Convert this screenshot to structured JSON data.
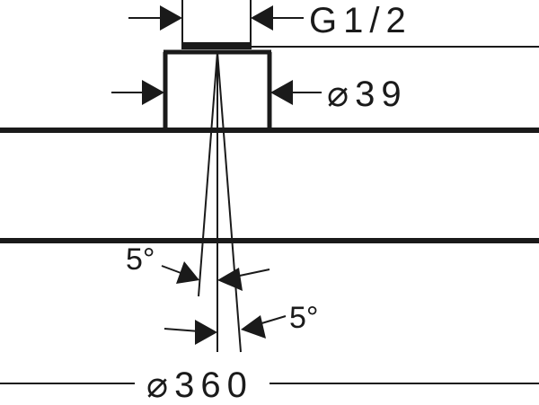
{
  "dimensions": {
    "thread": "G1/2",
    "connector_diameter": "⌀39",
    "head_diameter": "⌀360",
    "angle_left": "5°",
    "angle_right": "5°"
  }
}
